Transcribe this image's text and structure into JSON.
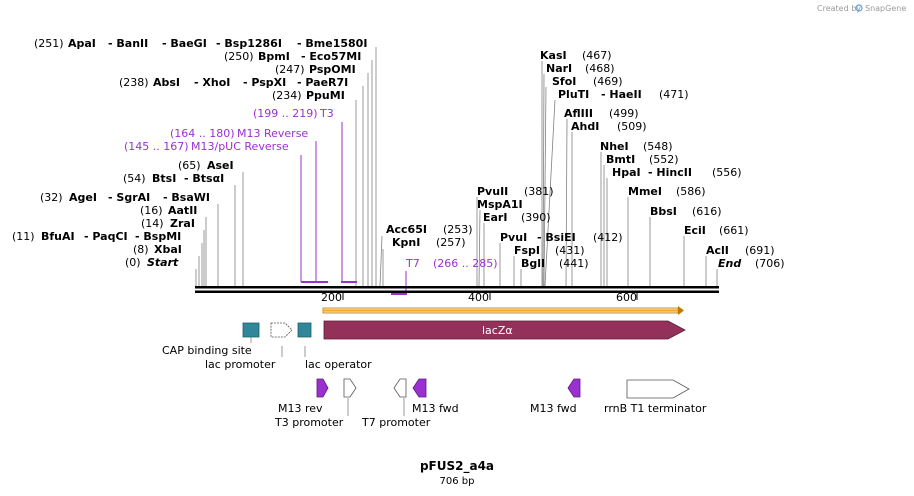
{
  "brand": {
    "created_by": "Created by",
    "name": "SnapGene"
  },
  "map": {
    "name": "pFUS2_a4a",
    "size": "706 bp"
  },
  "ruler": {
    "ticks": [
      "200",
      "400",
      "600"
    ]
  },
  "sites": [
    {
      "pos": "(251)",
      "names": [
        "ApaI",
        "- BanII",
        "- BaeGI",
        "- Bsp1286I",
        "- Bme1580I"
      ]
    },
    {
      "pos": "(250)",
      "names": [
        "BpmI",
        "- Eco57MI"
      ]
    },
    {
      "pos": "(247)",
      "names": [
        "PspOMI"
      ]
    },
    {
      "pos": "(238)",
      "names": [
        "AbsI",
        "- XhoI",
        "- PspXI",
        "- PaeR7I"
      ]
    },
    {
      "pos": "(234)",
      "names": [
        "PpuMI"
      ]
    },
    {
      "pos": "(65)",
      "names": [
        "AseI"
      ]
    },
    {
      "pos": "(54)",
      "names": [
        "BtsI",
        "- BtsαI"
      ]
    },
    {
      "pos": "(32)",
      "names": [
        "AgeI",
        "- SgrAI",
        "- BsaWI"
      ]
    },
    {
      "pos": "(16)",
      "names": [
        "AatII"
      ]
    },
    {
      "pos": "(14)",
      "names": [
        "ZraI"
      ]
    },
    {
      "pos": "(11)",
      "names": [
        "BfuAI",
        "- PaqCI",
        "- BspMI"
      ]
    },
    {
      "pos": "(8)",
      "names": [
        "XbaI"
      ]
    },
    {
      "pos": "(0)",
      "names": [
        "Start"
      ]
    },
    {
      "pos": "(253)",
      "names": [
        "Acc65I"
      ]
    },
    {
      "pos": "(257)",
      "names": [
        "KpnI"
      ]
    },
    {
      "pos": "(467)",
      "names": [
        "KasI"
      ]
    },
    {
      "pos": "(468)",
      "names": [
        "NarI"
      ]
    },
    {
      "pos": "(469)",
      "names": [
        "SfoI"
      ]
    },
    {
      "pos": "(471)",
      "names": [
        "PluTI",
        "- HaeII"
      ]
    },
    {
      "pos": "(499)",
      "names": [
        "AflIII"
      ]
    },
    {
      "pos": "(509)",
      "names": [
        "AhdI"
      ]
    },
    {
      "pos": "(548)",
      "names": [
        "NheI"
      ]
    },
    {
      "pos": "(552)",
      "names": [
        "BmtI"
      ]
    },
    {
      "pos": "(556)",
      "names": [
        "HpaI",
        "- HincII"
      ]
    },
    {
      "pos": "(586)",
      "names": [
        "MmeI"
      ]
    },
    {
      "pos": "(616)",
      "names": [
        "BbsI"
      ]
    },
    {
      "pos": "(661)",
      "names": [
        "EciI"
      ]
    },
    {
      "pos": "(691)",
      "names": [
        "AclI"
      ]
    },
    {
      "pos": "(706)",
      "names": [
        "End"
      ]
    },
    {
      "pos": "(381)",
      "names": [
        "PvuII"
      ]
    },
    {
      "pos": "",
      "names": [
        "MspA1I"
      ]
    },
    {
      "pos": "(390)",
      "names": [
        "EarI"
      ]
    },
    {
      "pos": "(412)",
      "names": [
        "PvuI",
        "- BsiEI"
      ]
    },
    {
      "pos": "(431)",
      "names": [
        "FspI"
      ]
    },
    {
      "pos": "(441)",
      "names": [
        "BglI"
      ]
    }
  ],
  "primers": [
    {
      "range": "(199 .. 219)",
      "name": "T3"
    },
    {
      "range": "(164 .. 180)",
      "name": "M13 Reverse"
    },
    {
      "range": "(145 .. 167)",
      "name": "M13/pUC Reverse"
    },
    {
      "range": "",
      "name": "T7"
    },
    {
      "range": "(266 .. 285)",
      "name": ""
    }
  ],
  "features": {
    "lacz": "lacZα",
    "cap": "CAP binding site",
    "lac_promoter": "lac promoter",
    "lac_operator": "lac operator",
    "m13_rev": "M13 rev",
    "t3_promoter": "T3 promoter",
    "t7_promoter": "T7 promoter",
    "m13_fwd_1": "M13 fwd",
    "m13_fwd_2": "M13 fwd",
    "rrnb": "rrnB T1 terminator"
  },
  "colors": {
    "lacz": "#93315a",
    "orf": "#f5a623",
    "primer": "#9b30d0",
    "cap": "#2f8799"
  }
}
